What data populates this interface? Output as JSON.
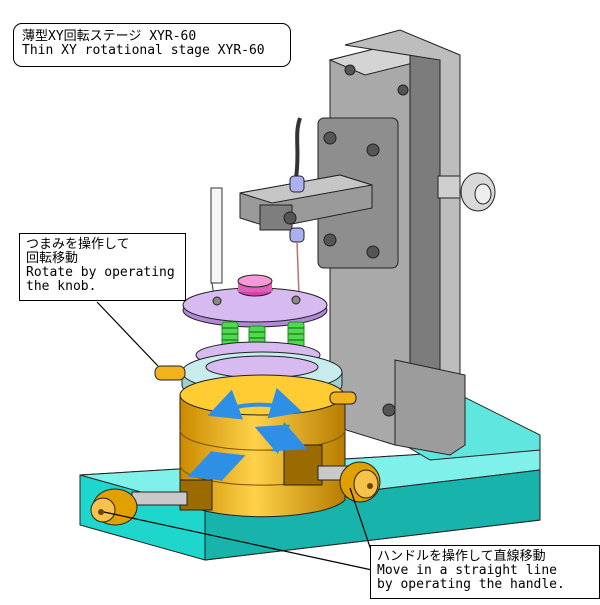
{
  "title": {
    "line1": "薄型XY回転ステージ XYR-60",
    "line2": "Thin XY rotational stage XYR-60"
  },
  "knob_callout": {
    "line1": "つまみを操作して",
    "line2": "回転移動",
    "line3": "Rotate by operating",
    "line4": "the knob."
  },
  "handle_callout": {
    "line1": "ハンドルを操作して直線移動",
    "line2": "Move in a straight line",
    "line3": "by operating the handle."
  },
  "colors": {
    "base": "#1fd6cc",
    "column": "#9a9a9a",
    "stage_gold": "#e6a400",
    "platform_violet": "#c9a5e8",
    "spring_green": "#3ecf3e",
    "ring": "#b9e3e3",
    "arrow": "#2d8fe6"
  },
  "icons": [
    "rotation-arrow-icon",
    "linear-arrow-icon"
  ]
}
